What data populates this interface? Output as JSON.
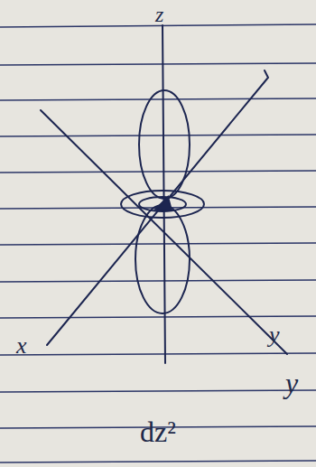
{
  "diagram": {
    "caption": "dz²",
    "labels": [
      "z",
      "x",
      "y",
      "y"
    ]
  }
}
